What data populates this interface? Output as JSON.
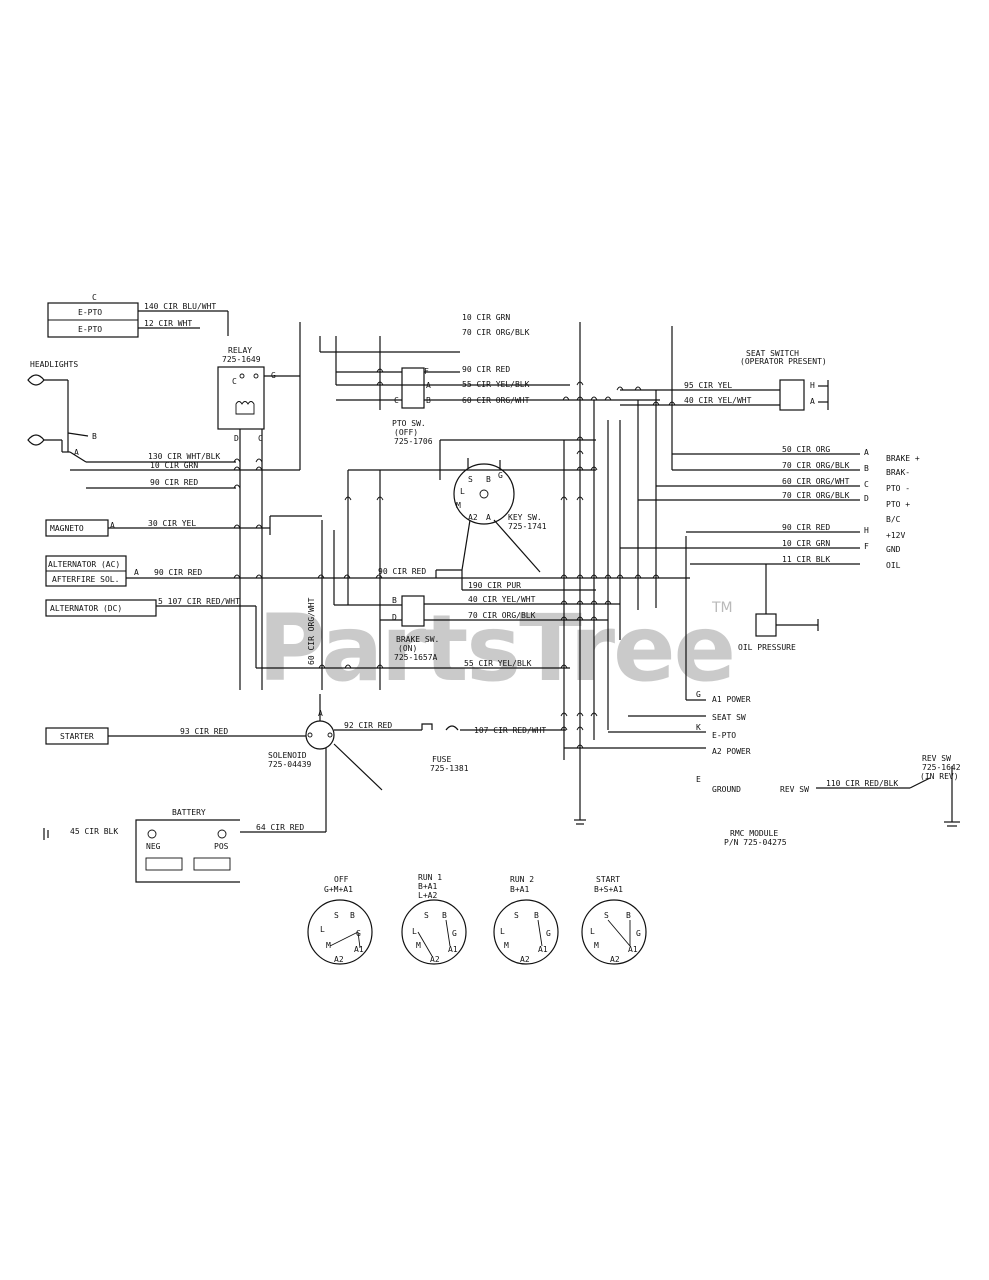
{
  "watermark": {
    "text": "PartsTree",
    "tm": "TM"
  },
  "top_connector": {
    "pin_c": "C",
    "rows": [
      "E-PTO",
      "E-PTO"
    ],
    "wires": [
      "140 CIR BLU/WHT",
      "12 CIR WHT"
    ]
  },
  "headlights": {
    "title": "HEADLIGHTS",
    "pins": [
      "B",
      "A"
    ],
    "wires": [
      "130 CIR WHT/BLK",
      "10 CIR GRN",
      "90 CIR RED"
    ]
  },
  "relay": {
    "title": "RELAY",
    "part": "725-1649",
    "pins": [
      "C",
      "G",
      "D",
      "C"
    ]
  },
  "pto_switch": {
    "title": "PTO SW.",
    "state": "(OFF)",
    "part": "725-1706",
    "pins": [
      "F",
      "A",
      "B",
      "C"
    ]
  },
  "top_wires": [
    "10 CIR GRN",
    "70 CIR ORG/BLK",
    "90 CIR RED",
    "55 CIR YEL/BLK",
    "60 CIR ORG/WHT"
  ],
  "seat_switch": {
    "title": "SEAT SWITCH",
    "subtitle": "(OPERATOR PRESENT)",
    "wires": [
      "95 CIR YEL",
      "40 CIR YEL/WHT"
    ],
    "pins": [
      "H",
      "A"
    ]
  },
  "key_switch": {
    "title": "KEY SW.",
    "part": "725-1741",
    "pins": [
      "S",
      "B",
      "G",
      "L",
      "M",
      "A2",
      "A"
    ]
  },
  "left_inputs": {
    "magneto": "MAGNETO",
    "magneto_wire": "30 CIR YEL",
    "alternator_ac": "ALTERNATOR (AC)",
    "afterfire_sol": "AFTERFIRE SOL.",
    "ac_wire": "90 CIR RED",
    "alternator_dc": "ALTERNATOR (DC)",
    "dc_wire": "5 107 CIR RED/WHT",
    "pin_a": "A"
  },
  "mid_wires": {
    "red": "90 CIR RED",
    "pur": "190 CIR PUR",
    "yelwht": "40 CIR YEL/WHT",
    "orgblk": "70 CIR ORG/BLK",
    "yelblk": "55 CIR YEL/BLK",
    "vertical": "60 CIR ORG/WHT"
  },
  "brake_switch": {
    "title": "BRAKE SW.",
    "state": "(ON)",
    "part": "725-1657A",
    "pins": [
      "B",
      "D"
    ]
  },
  "rmc_pins": {
    "wires": [
      "50 CIR ORG",
      "70 CIR ORG/BLK",
      "60 CIR ORG/WHT",
      "70 CIR ORG/BLK",
      "90 CIR RED",
      "10 CIR GRN",
      "11 CIR BLK"
    ],
    "letters": [
      "A",
      "B",
      "C",
      "D",
      "H",
      "F"
    ],
    "labels": [
      "BRAKE +",
      "BRAK-",
      "PTO -",
      "PTO +",
      "B/C",
      "+12V",
      "GND",
      "OIL"
    ]
  },
  "oil_pressure": "OIL PRESSURE",
  "rmc_lower": {
    "a1_power": "A1 POWER",
    "seat_sw": "SEAT SW",
    "e_pto": "E-PTO",
    "a2_power": "A2 POWER",
    "ground": "GROUND",
    "rev_sw": "REV SW",
    "g": "G",
    "k": "K",
    "e": "E"
  },
  "rev_sw": {
    "title": "REV SW",
    "part": "725-1642",
    "state": "(IN REV)",
    "wire": "110 CIR RED/BLK"
  },
  "starter": {
    "label": "STARTER",
    "wire": "93 CIR RED"
  },
  "solenoid": {
    "title": "SOLENOID",
    "part": "725-04439",
    "pin_a": "A",
    "wire": "92 CIR RED"
  },
  "fuse": {
    "title": "FUSE",
    "part": "725-1381",
    "wire": "107 CIR RED/WHT"
  },
  "battery": {
    "title": "BATTERY",
    "neg": "NEG",
    "pos": "POS",
    "ground_wire": "45 CIR BLK",
    "pos_wire": "64 CIR RED"
  },
  "rmc_module": {
    "title": "RMC MODULE",
    "part": "P/N 725-04275"
  },
  "key_positions": [
    {
      "name": "OFF",
      "combo": "G+M+A1"
    },
    {
      "name": "RUN 1",
      "combo": "B+A1",
      "sub": "L+A2"
    },
    {
      "name": "RUN 2",
      "combo": "B+A1"
    },
    {
      "name": "START",
      "combo": "B+S+A1"
    }
  ],
  "key_pin_letters": {
    "s": "S",
    "b": "B",
    "l": "L",
    "g": "G",
    "m": "M",
    "a2": "A2",
    "a1": "A1"
  }
}
